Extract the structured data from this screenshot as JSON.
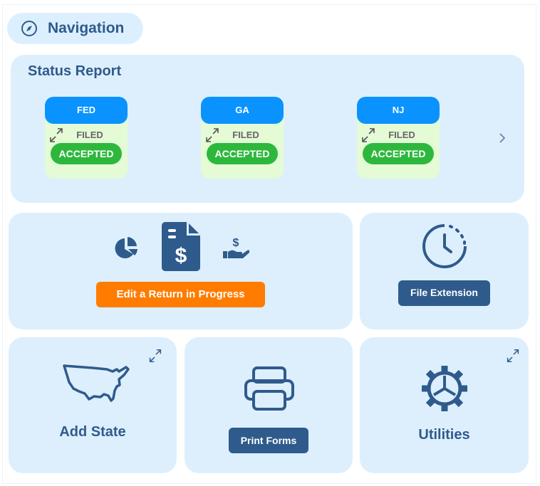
{
  "navigation": {
    "label": "Navigation"
  },
  "status_report": {
    "title": "Status Report",
    "items": [
      {
        "jurisdiction": "FED",
        "status": "FILED",
        "result": "ACCEPTED"
      },
      {
        "jurisdiction": "GA",
        "status": "FILED",
        "result": "ACCEPTED"
      },
      {
        "jurisdiction": "NJ",
        "status": "FILED",
        "result": "ACCEPTED"
      }
    ]
  },
  "tiles": {
    "edit_return": "Edit a Return in Progress",
    "file_extension": "File Extension",
    "add_state": "Add State",
    "print_forms": "Print Forms",
    "utilities": "Utilities"
  },
  "colors": {
    "accent": "#2f5b8c",
    "orange": "#ff7c00",
    "green": "#2db83d",
    "blue": "#0a93ff"
  }
}
